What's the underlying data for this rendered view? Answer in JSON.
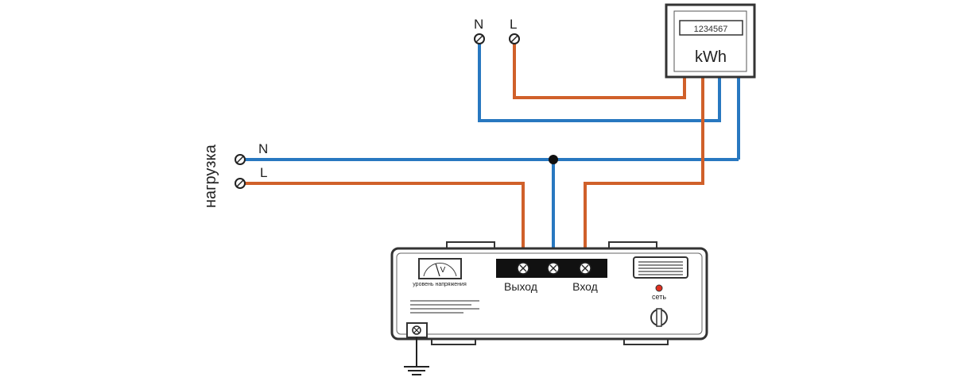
{
  "supply": {
    "terminals": [
      {
        "label": "N",
        "wire_color": "#2878c0"
      },
      {
        "label": "L",
        "wire_color": "#d0602a"
      }
    ]
  },
  "meter": {
    "display_value": "1234567",
    "unit_label": "kWh"
  },
  "load": {
    "caption": "нагрузка",
    "terminals": [
      {
        "label": "N",
        "wire_color": "#2878c0"
      },
      {
        "label": "L",
        "wire_color": "#d0602a"
      }
    ]
  },
  "stabilizer": {
    "voltmeter_symbol": "V",
    "voltmeter_caption": "уровень напряжения",
    "output_label": "Выход",
    "input_label": "Вход",
    "network_label": "сеть",
    "indicator_color": "#e03020"
  },
  "colors": {
    "neutral_wire": "#2878c0",
    "phase_wire": "#d0602a",
    "outline": "#333333"
  }
}
